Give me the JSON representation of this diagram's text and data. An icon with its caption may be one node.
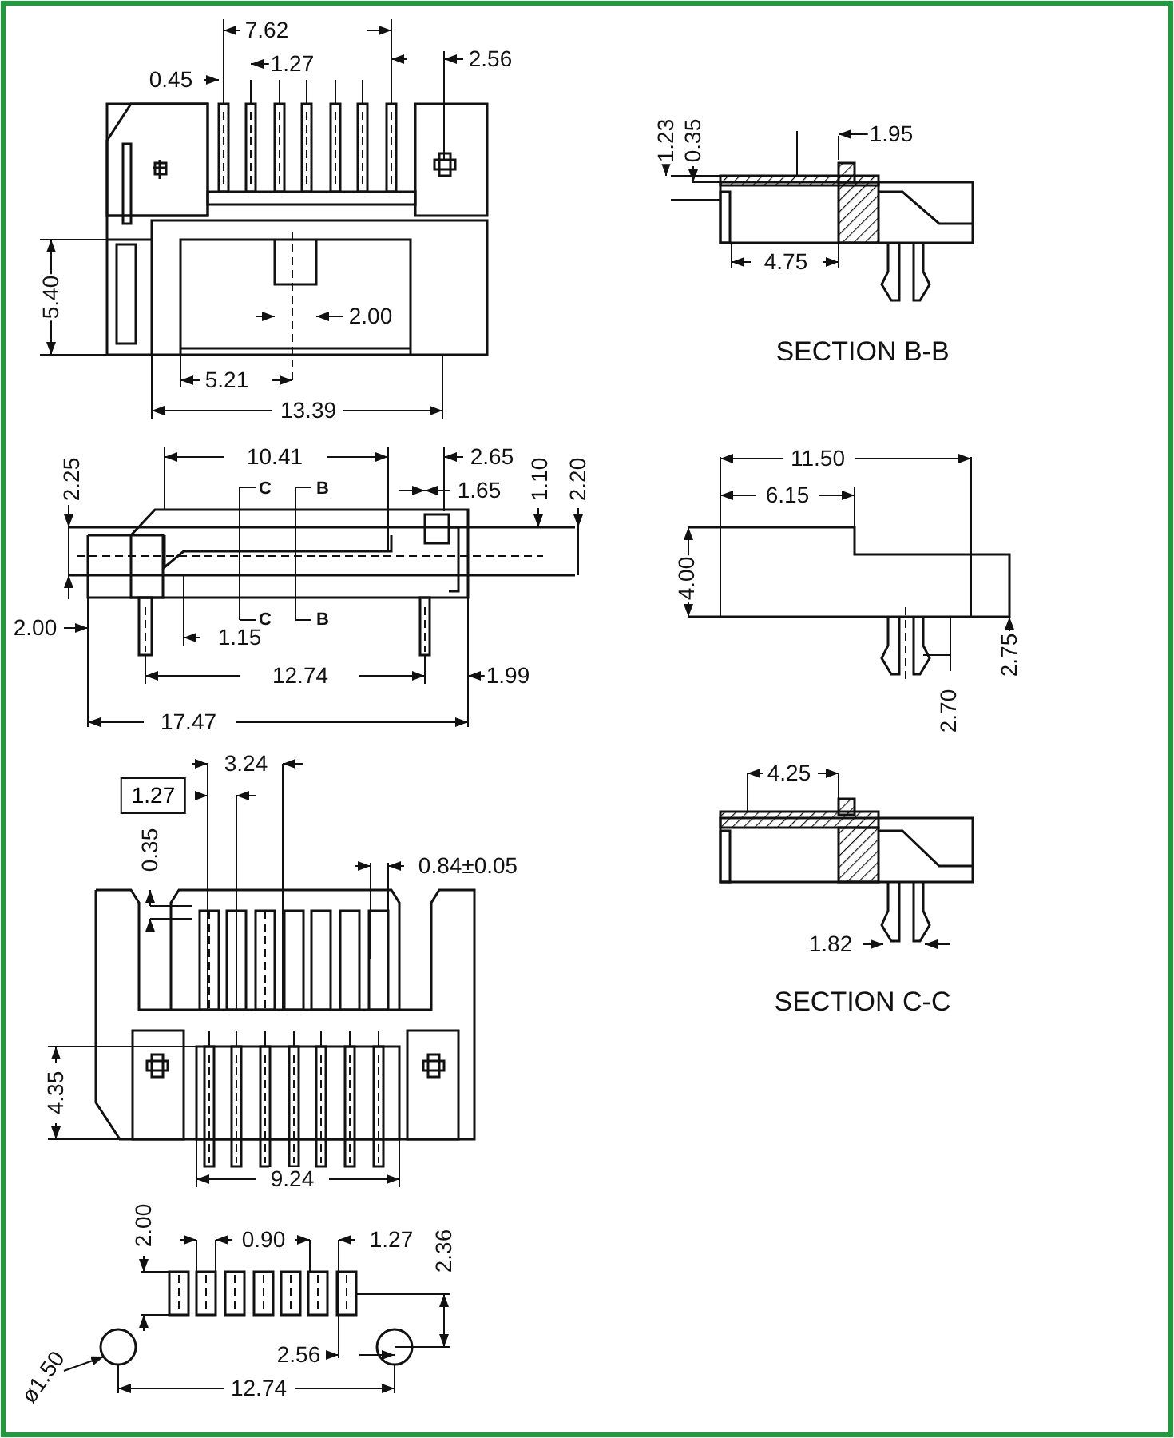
{
  "diagram": {
    "nodes": [
      {
        "text": [
          "1.27"
        ]
      }
    ],
    "labels": [
      "7.62",
      "0.45",
      "1.27",
      "2.56",
      "5.40",
      "2.00",
      "5.21",
      "13.39",
      "1.23",
      "0.35",
      "1.95",
      "4.75",
      "SECTION B-B",
      "2.25",
      "10.41",
      "2.65",
      "1.10",
      "2.20",
      "C",
      "B",
      "1.65",
      "2.00",
      "C",
      "B",
      "1.15",
      "12.74",
      "1.99",
      "17.47",
      "11.50",
      "6.15",
      "4.00",
      "2.75",
      "2.70",
      "4.25",
      "1.82",
      "SECTION C-C",
      "3.24",
      "0.35",
      "0.84±0.05",
      "4.35",
      "9.24",
      "2.00",
      "0.90",
      "1.27",
      "2.36",
      "2.56",
      "ø1.50",
      "12.74"
    ]
  }
}
